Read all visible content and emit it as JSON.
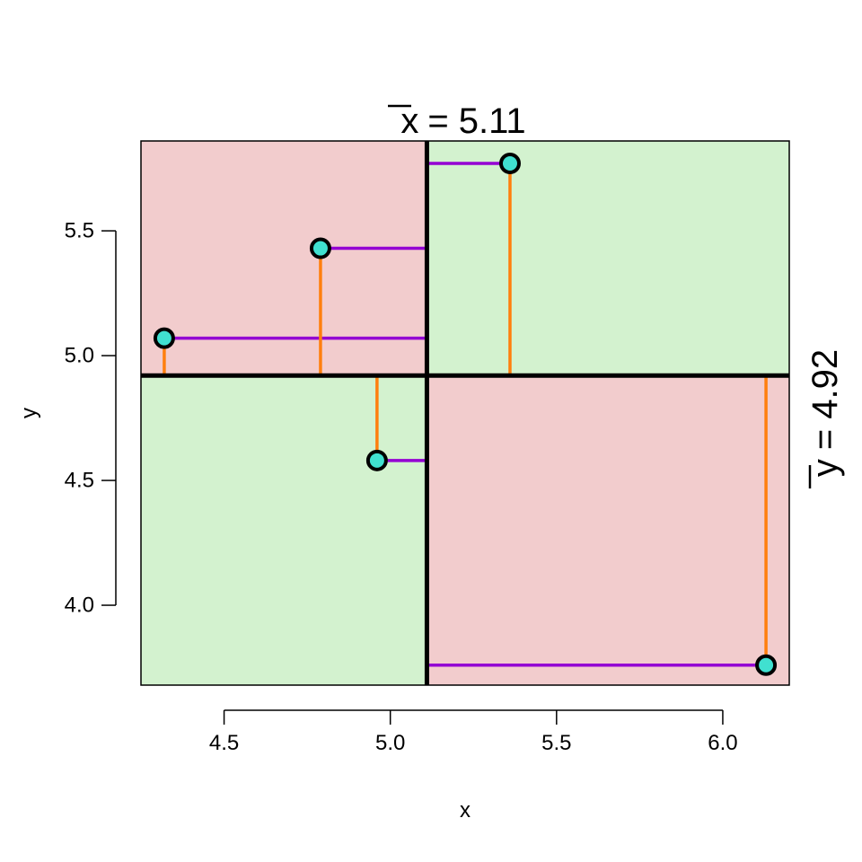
{
  "chart_data": {
    "type": "scatter",
    "xlabel": "x",
    "ylabel": "y",
    "xlim": [
      4.25,
      6.2
    ],
    "ylim": [
      3.68,
      5.86
    ],
    "x_ticks": [
      "4.5",
      "5.0",
      "5.5",
      "6.0"
    ],
    "y_ticks": [
      "4.0",
      "4.5",
      "5.0",
      "5.5"
    ],
    "x_mean": 5.11,
    "y_mean": 4.92,
    "x_mean_symbol": "x",
    "y_mean_symbol": "y",
    "x_mean_value": "= 5.11",
    "y_mean_value": "= 4.92",
    "points": [
      {
        "x": 4.32,
        "y": 5.07
      },
      {
        "x": 4.79,
        "y": 5.43
      },
      {
        "x": 4.96,
        "y": 4.58
      },
      {
        "x": 5.36,
        "y": 5.77
      },
      {
        "x": 6.13,
        "y": 3.76
      }
    ],
    "grid": false,
    "colors": {
      "positive_quadrant": "#d3f2cf",
      "negative_quadrant": "#f2cccd",
      "point_fill": "#40e0d0",
      "x_deviation": "#9400d3",
      "y_deviation": "#ff7f0e",
      "mean_lines": "#000000"
    }
  }
}
